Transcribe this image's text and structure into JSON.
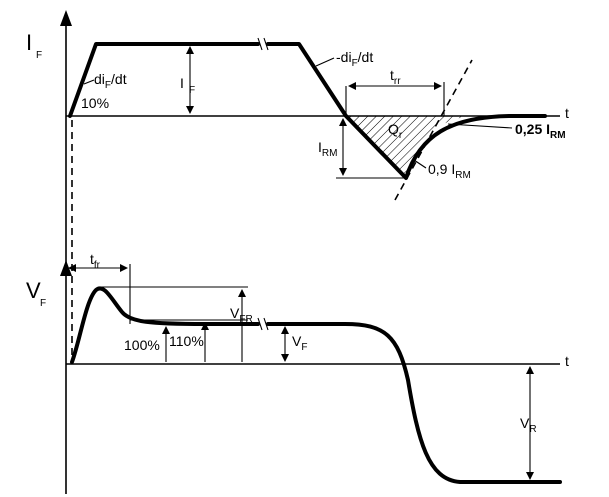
{
  "top_graph": {
    "axis_label_main": "I",
    "axis_label_sub": "F",
    "t_label": "t",
    "rise_slope_label": {
      "main": "di",
      "sub": "F",
      "rest": "/dt"
    },
    "fall_slope_label": {
      "prefix": "-di",
      "sub": "F",
      "rest": "/dt"
    },
    "ten_percent": "10%",
    "amplitude_label": {
      "main": "I",
      "sub": "F"
    },
    "trr_label": {
      "main": "t",
      "sub": "rr"
    },
    "qr_label": {
      "main": "Q",
      "sub": "r"
    },
    "irm_label": {
      "main": "I",
      "sub": "RM"
    },
    "irm_09_label": {
      "prefix": "0,9 I",
      "sub": "RM"
    },
    "irm_025_label": {
      "prefix": "0,25 I",
      "sub": "RM"
    }
  },
  "bottom_graph": {
    "axis_label_main": "V",
    "axis_label_sub": "F",
    "t_label": "t",
    "tfr_label": {
      "main": "t",
      "sub": "fr"
    },
    "vfr_label": {
      "main": "V",
      "sub": "FR"
    },
    "vf_label": {
      "main": "V",
      "sub": "F"
    },
    "vr_label": {
      "main": "V",
      "sub": "R"
    },
    "pct_100": "100%",
    "pct_110": "110%"
  }
}
